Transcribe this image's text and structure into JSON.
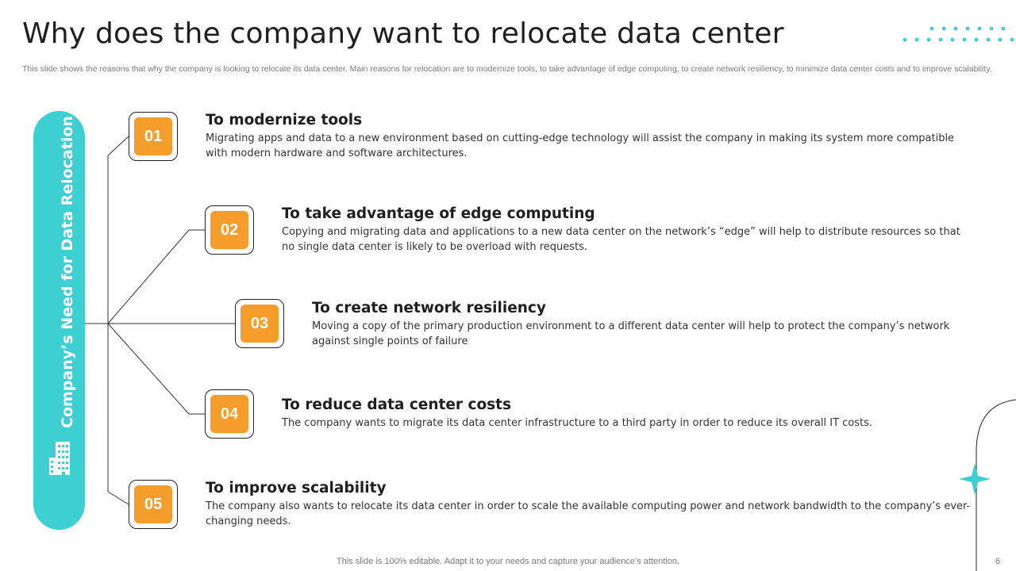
{
  "title": "Why does the company want to relocate data center",
  "subtitle": "This slide shows the reasons that why the company is looking to relocate its data center. Main reasons for relocation are to modernize tools, to take advantage of edge computing, to create network resiliency, to minimize data center costs and to improve scalability.",
  "sidebar": {
    "label": "Company’s Need for Data Relocation",
    "icon": "building-icon",
    "color": "#3ecfd2"
  },
  "accent_color": "#f59d2a",
  "items": [
    {
      "number": "01",
      "heading": "To modernize tools",
      "text": "Migrating apps and data to a new environment based on cutting-edge technology will assist the company in making its system more compatible with modern hardware and software architectures."
    },
    {
      "number": "02",
      "heading": "To take advantage of edge computing",
      "text": "Copying and migrating data and applications to a new data center on the network’s “edge” will help to distribute resources so that no single data center is likely to be overload with requests."
    },
    {
      "number": "03",
      "heading": "To create network resiliency",
      "text": "Moving a copy of the primary production environment to a different data center will help to protect the company’s network against single points of failure"
    },
    {
      "number": "04",
      "heading": "To reduce data center costs",
      "text": "The company wants to migrate its data center infrastructure to a third party in order to reduce its overall IT costs."
    },
    {
      "number": "05",
      "heading": "To improve scalability",
      "text": "The company also wants to relocate its data center in order to scale the available computing power and network bandwidth to the company’s ever-changing needs."
    }
  ],
  "footer": "This slide is 100% editable. Adapt it to your needs and capture your audience’s attention.",
  "page_number": "6"
}
